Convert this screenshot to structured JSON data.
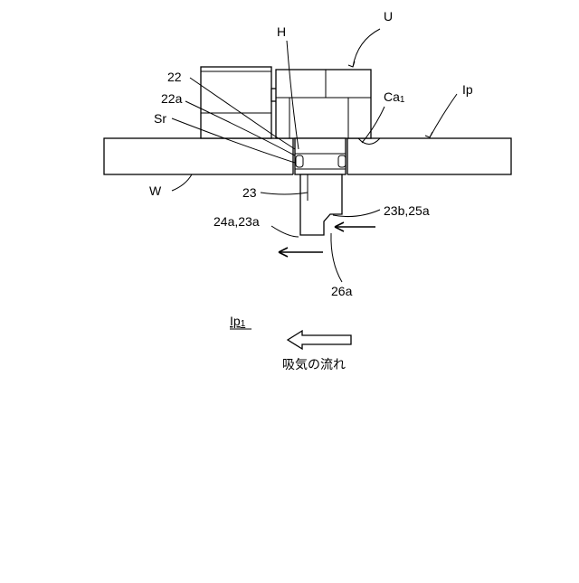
{
  "labels": {
    "unit": "U",
    "hole": "H",
    "part_22": "22",
    "part_22a": "22a",
    "seal": "Sr",
    "chamfer": "Ca",
    "chamfer_sub": "1",
    "plate": "Ip",
    "workpiece": "W",
    "part_23": "23",
    "part_23b_25a": "23b,25a",
    "part_24a_23a": "24a,23a",
    "part_26a": "26a",
    "section": "Ip",
    "section_sub": "1",
    "flow_caption": "吸気の流れ"
  },
  "icons": {
    "flow_arrow": "hollow-left-arrow",
    "inflow_arrow": "left-arrow",
    "outflow_arrow": "left-arrow"
  }
}
